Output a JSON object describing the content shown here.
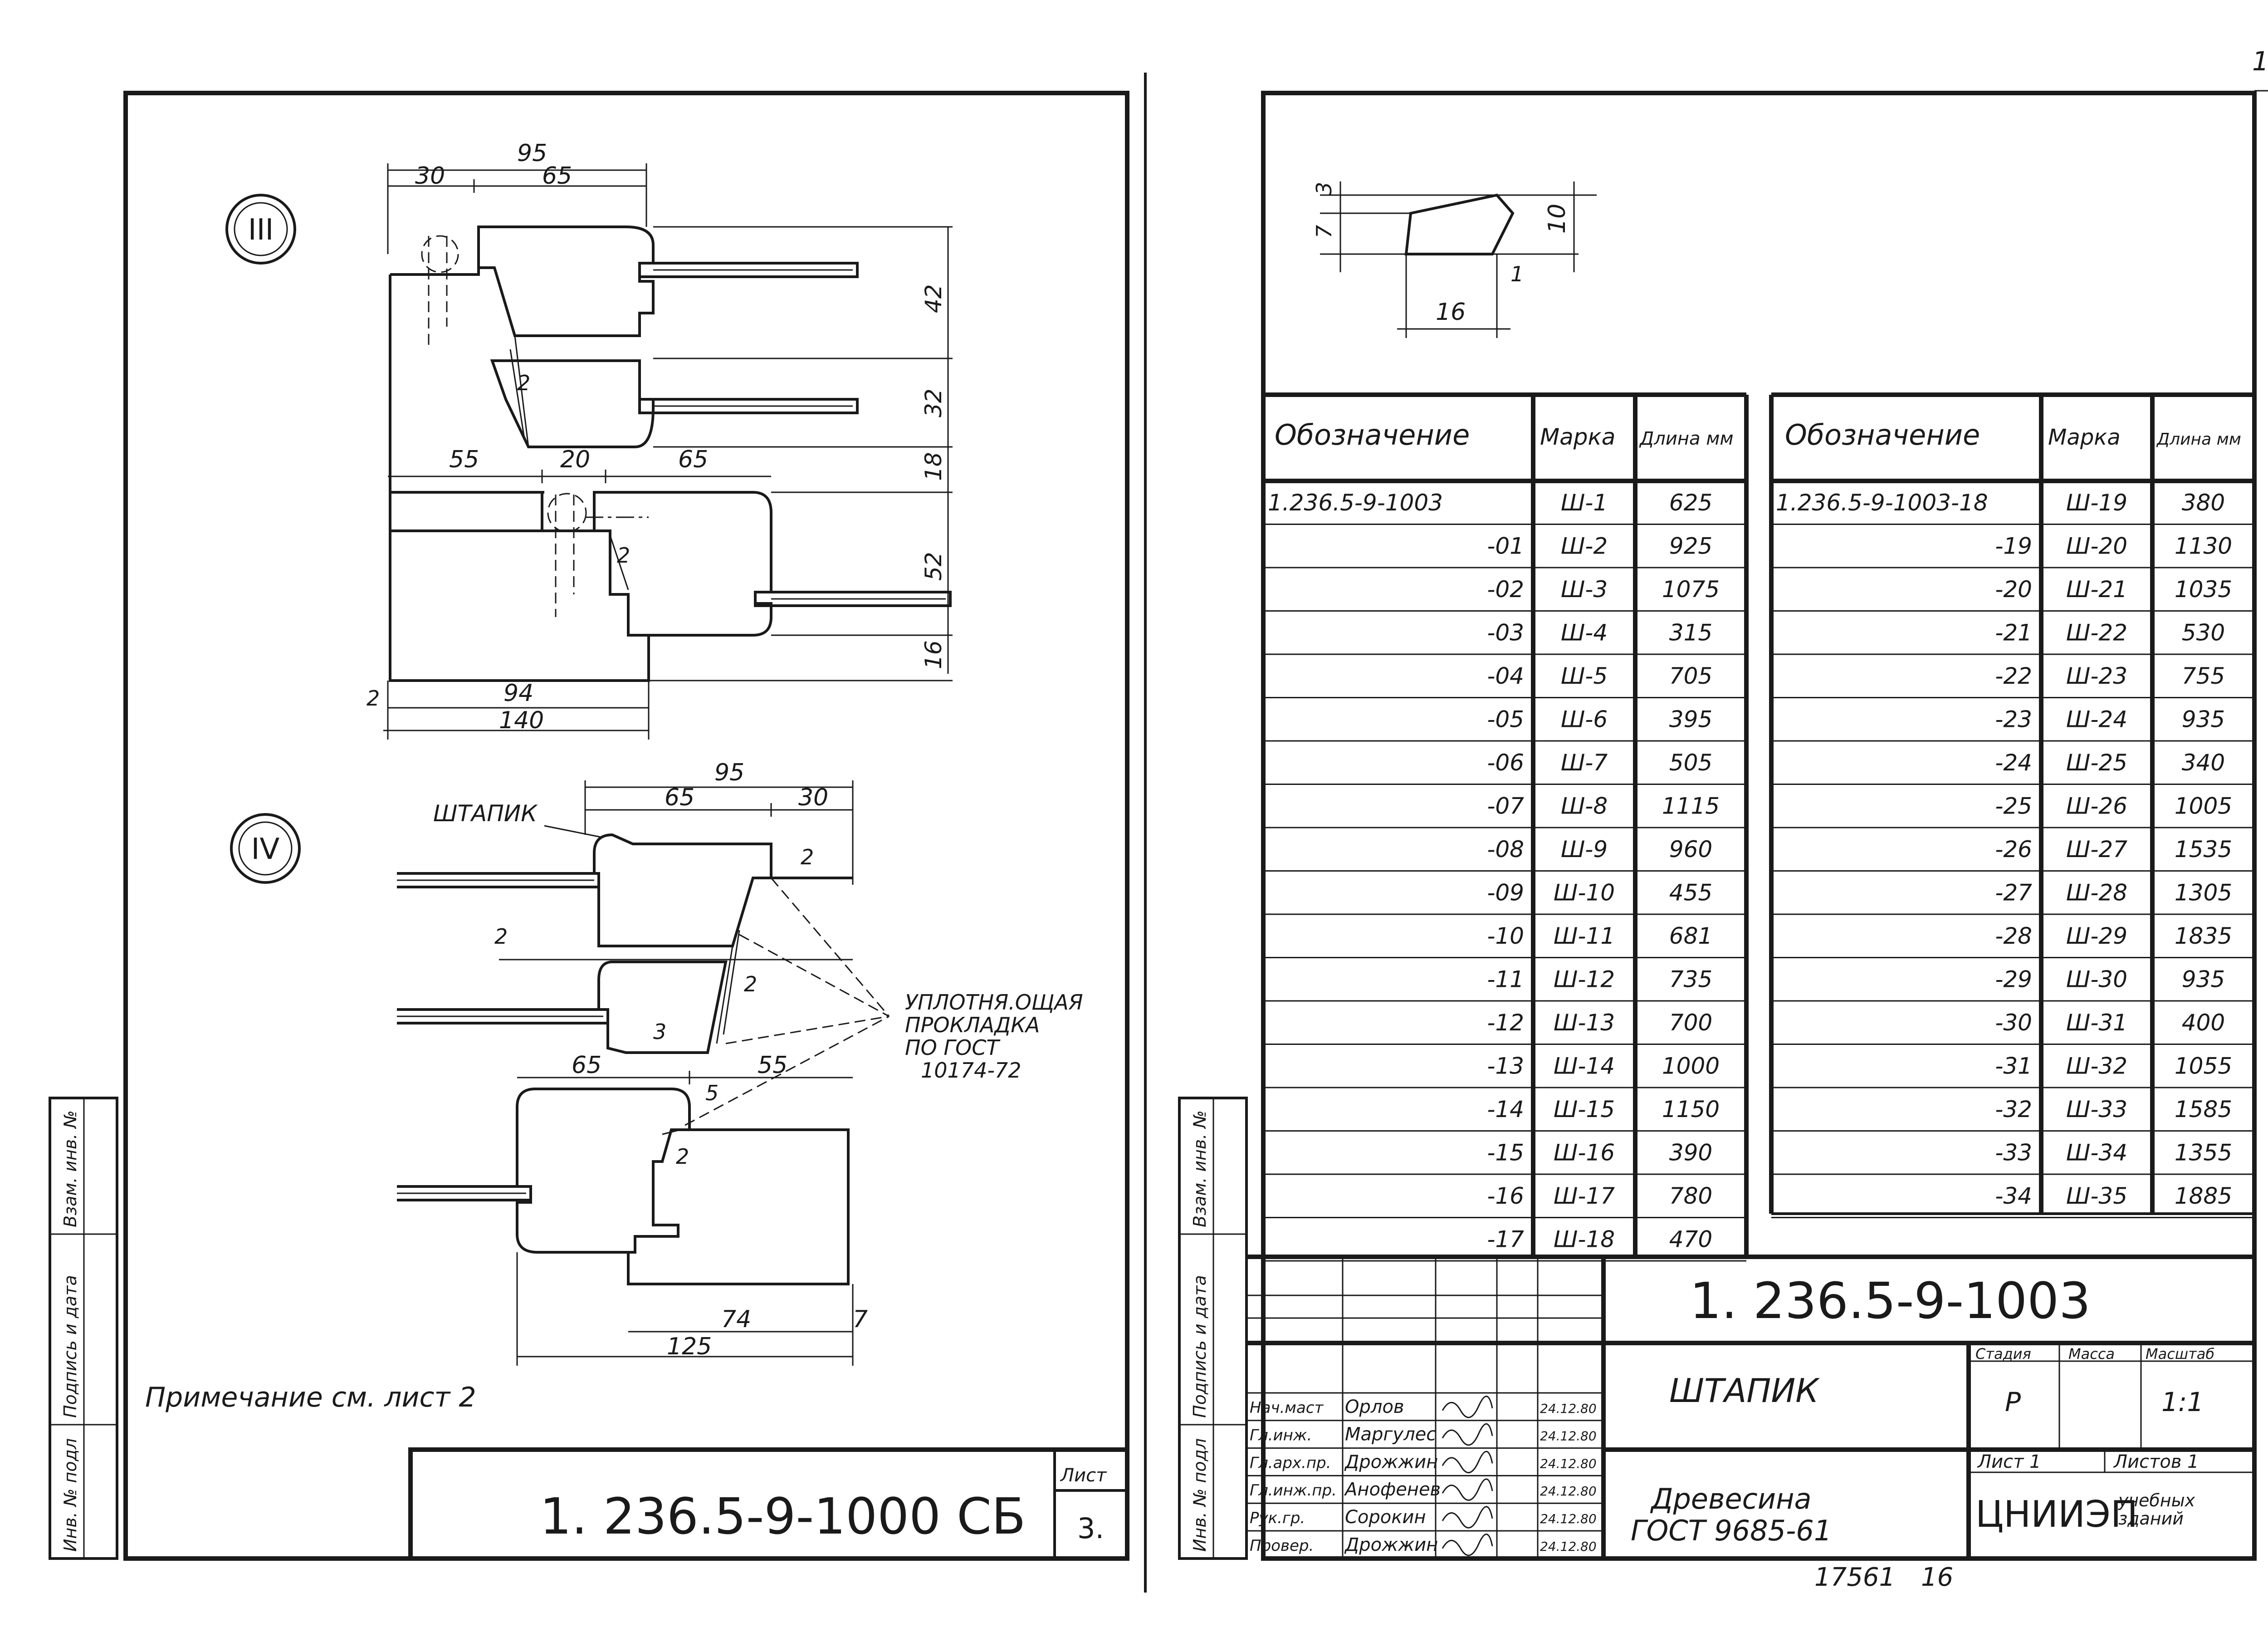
{
  "page_number": "16",
  "left_sheet": {
    "section_III": {
      "label": "III",
      "dims": {
        "d95": "95",
        "d30": "30",
        "d65": "65",
        "d42": "42",
        "d32": "32",
        "d2": "2",
        "d55": "55",
        "d20": "20",
        "d65b": "65",
        "d18": "18",
        "d52": "52",
        "d16": "16",
        "d2b": "2",
        "d94": "94",
        "d140": "140",
        "d2c": "2"
      }
    },
    "section_IV": {
      "label": "IV",
      "label_shtapik": "ШТАПИК",
      "dims": {
        "d95": "95",
        "d65": "65",
        "d30": "30",
        "d2a": "2",
        "d2b": "2",
        "d2c": "2",
        "d3": "3",
        "d65b": "65",
        "d55": "55",
        "d5": "5",
        "d2d": "2",
        "d74": "74",
        "d7": "7",
        "d125": "125"
      },
      "note_lines": [
        "УПЛОТНЯ.ОЩАЯ",
        "ПРОКЛАДКА",
        "ПО ГОСТ",
        "10174-72"
      ]
    },
    "note": "Примечание см. лист 2",
    "side_stamp": [
      "Инв. № подл",
      "Подпись и дата",
      "Взам. инв. №"
    ],
    "title_code": "1. 236.5-9-1000 СБ",
    "sheet_label": "Лист",
    "sheet_number": "3."
  },
  "right_sheet": {
    "profile_dims": {
      "d3": "3",
      "d7": "7",
      "d10": "10",
      "d1": "1",
      "d16": "16"
    },
    "table_headers": {
      "designation": "Обозначение",
      "mark": "Марка",
      "length": "Длина мм"
    },
    "table_left": [
      {
        "designation": "1.236.5-9-1003",
        "mark": "Ш-1",
        "length": "625"
      },
      {
        "designation": "-01",
        "mark": "Ш-2",
        "length": "925"
      },
      {
        "designation": "-02",
        "mark": "Ш-3",
        "length": "1075"
      },
      {
        "designation": "-03",
        "mark": "Ш-4",
        "length": "315"
      },
      {
        "designation": "-04",
        "mark": "Ш-5",
        "length": "705"
      },
      {
        "designation": "-05",
        "mark": "Ш-6",
        "length": "395"
      },
      {
        "designation": "-06",
        "mark": "Ш-7",
        "length": "505"
      },
      {
        "designation": "-07",
        "mark": "Ш-8",
        "length": "1115"
      },
      {
        "designation": "-08",
        "mark": "Ш-9",
        "length": "960"
      },
      {
        "designation": "-09",
        "mark": "Ш-10",
        "length": "455"
      },
      {
        "designation": "-10",
        "mark": "Ш-11",
        "length": "681"
      },
      {
        "designation": "-11",
        "mark": "Ш-12",
        "length": "735"
      },
      {
        "designation": "-12",
        "mark": "Ш-13",
        "length": "700"
      },
      {
        "designation": "-13",
        "mark": "Ш-14",
        "length": "1000"
      },
      {
        "designation": "-14",
        "mark": "Ш-15",
        "length": "1150"
      },
      {
        "designation": "-15",
        "mark": "Ш-16",
        "length": "390"
      },
      {
        "designation": "-16",
        "mark": "Ш-17",
        "length": "780"
      },
      {
        "designation": "-17",
        "mark": "Ш-18",
        "length": "470"
      }
    ],
    "table_right": [
      {
        "designation": "1.236.5-9-1003-18",
        "mark": "Ш-19",
        "length": "380"
      },
      {
        "designation": "-19",
        "mark": "Ш-20",
        "length": "1130"
      },
      {
        "designation": "-20",
        "mark": "Ш-21",
        "length": "1035"
      },
      {
        "designation": "-21",
        "mark": "Ш-22",
        "length": "530"
      },
      {
        "designation": "-22",
        "mark": "Ш-23",
        "length": "755"
      },
      {
        "designation": "-23",
        "mark": "Ш-24",
        "length": "935"
      },
      {
        "designation": "-24",
        "mark": "Ш-25",
        "length": "340"
      },
      {
        "designation": "-25",
        "mark": "Ш-26",
        "length": "1005"
      },
      {
        "designation": "-26",
        "mark": "Ш-27",
        "length": "1535"
      },
      {
        "designation": "-27",
        "mark": "Ш-28",
        "length": "1305"
      },
      {
        "designation": "-28",
        "mark": "Ш-29",
        "length": "1835"
      },
      {
        "designation": "-29",
        "mark": "Ш-30",
        "length": "935"
      },
      {
        "designation": "-30",
        "mark": "Ш-31",
        "length": "400"
      },
      {
        "designation": "-31",
        "mark": "Ш-32",
        "length": "1055"
      },
      {
        "designation": "-32",
        "mark": "Ш-33",
        "length": "1585"
      },
      {
        "designation": "-33",
        "mark": "Ш-34",
        "length": "1355"
      },
      {
        "designation": "-34",
        "mark": "Ш-35",
        "length": "1885"
      }
    ],
    "side_stamp": [
      "Инв. № подл",
      "Подпись и дата",
      "Взам. инв. №"
    ],
    "title_code": "1. 236.5-9-1003",
    "part_name": "ШТАПИК",
    "material_lines": [
      "Древесина",
      "ГОСТ 9685-61"
    ],
    "stage_header": "Стадия",
    "mass_header": "Масса",
    "scale_header": "Масштаб",
    "stage": "Р",
    "scale": "1:1",
    "sheet": "Лист 1",
    "sheets": "Листов 1",
    "org": "ЦНИИЭП",
    "org_sub": [
      "учебных",
      "зданий"
    ],
    "signatures": [
      {
        "role": "Нач.маст",
        "name": "Орлов",
        "date": "24.12.80"
      },
      {
        "role": "Гл.инж.",
        "name": "Маргулес",
        "date": "24.12.80"
      },
      {
        "role": "Гл.арх.пр.",
        "name": "Дрожжин",
        "date": "24.12.80"
      },
      {
        "role": "Гл.инж.пр.",
        "name": "Анофенев",
        "date": "24.12.80"
      },
      {
        "role": "Рук.гр.",
        "name": "Сорокин",
        "date": "24.12.80"
      },
      {
        "role": "Провер.",
        "name": "Дрожжин",
        "date": "24.12.80"
      }
    ],
    "archive_number": "17561",
    "archive_page": "16"
  }
}
